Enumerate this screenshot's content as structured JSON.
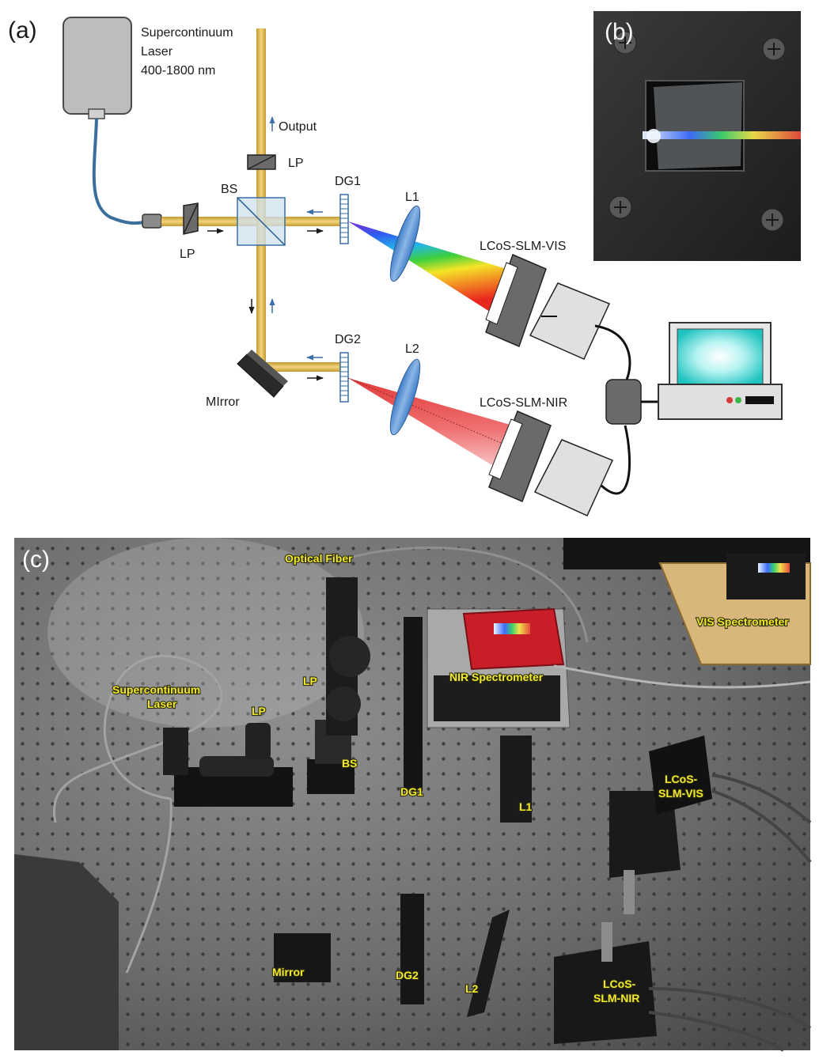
{
  "panels": {
    "a": "(a)",
    "b": "(b)",
    "c": "(c)"
  },
  "schematic": {
    "laser_line1": "Supercontinuum",
    "laser_line2": "Laser",
    "laser_line3": "400-1800 nm",
    "output": "Output",
    "lp_top": "LP",
    "lp_left": "LP",
    "bs": "BS",
    "dg1": "DG1",
    "dg2": "DG2",
    "l1": "L1",
    "l2": "L2",
    "slm_vis": "LCoS-SLM-VIS",
    "slm_nir": "LCoS-SLM-NIR",
    "mirror": "MIrror"
  },
  "photo_labels": {
    "optical_fiber": "Optical Fiber",
    "vis_spectrometer": "VIS Spectrometer",
    "nir_spectrometer": "NIR Spectrometer",
    "laser_line1": "Supercontinuum",
    "laser_line2": "Laser",
    "lp1": "LP",
    "lp2": "LP",
    "bs": "BS",
    "dg1": "DG1",
    "l1": "L1",
    "slm_vis_line1": "LCoS-",
    "slm_vis_line2": "SLM-VIS",
    "mirror": "Mirror",
    "dg2": "DG2",
    "l2": "L2",
    "slm_nir_line1": "LCoS-",
    "slm_nir_line2": "SLM-NIR"
  },
  "colors": {
    "beam": "#d9b24a",
    "fiber": "#3b6e9c",
    "label_yellow": "#f2ea2a",
    "table": "#6f6f6f"
  }
}
